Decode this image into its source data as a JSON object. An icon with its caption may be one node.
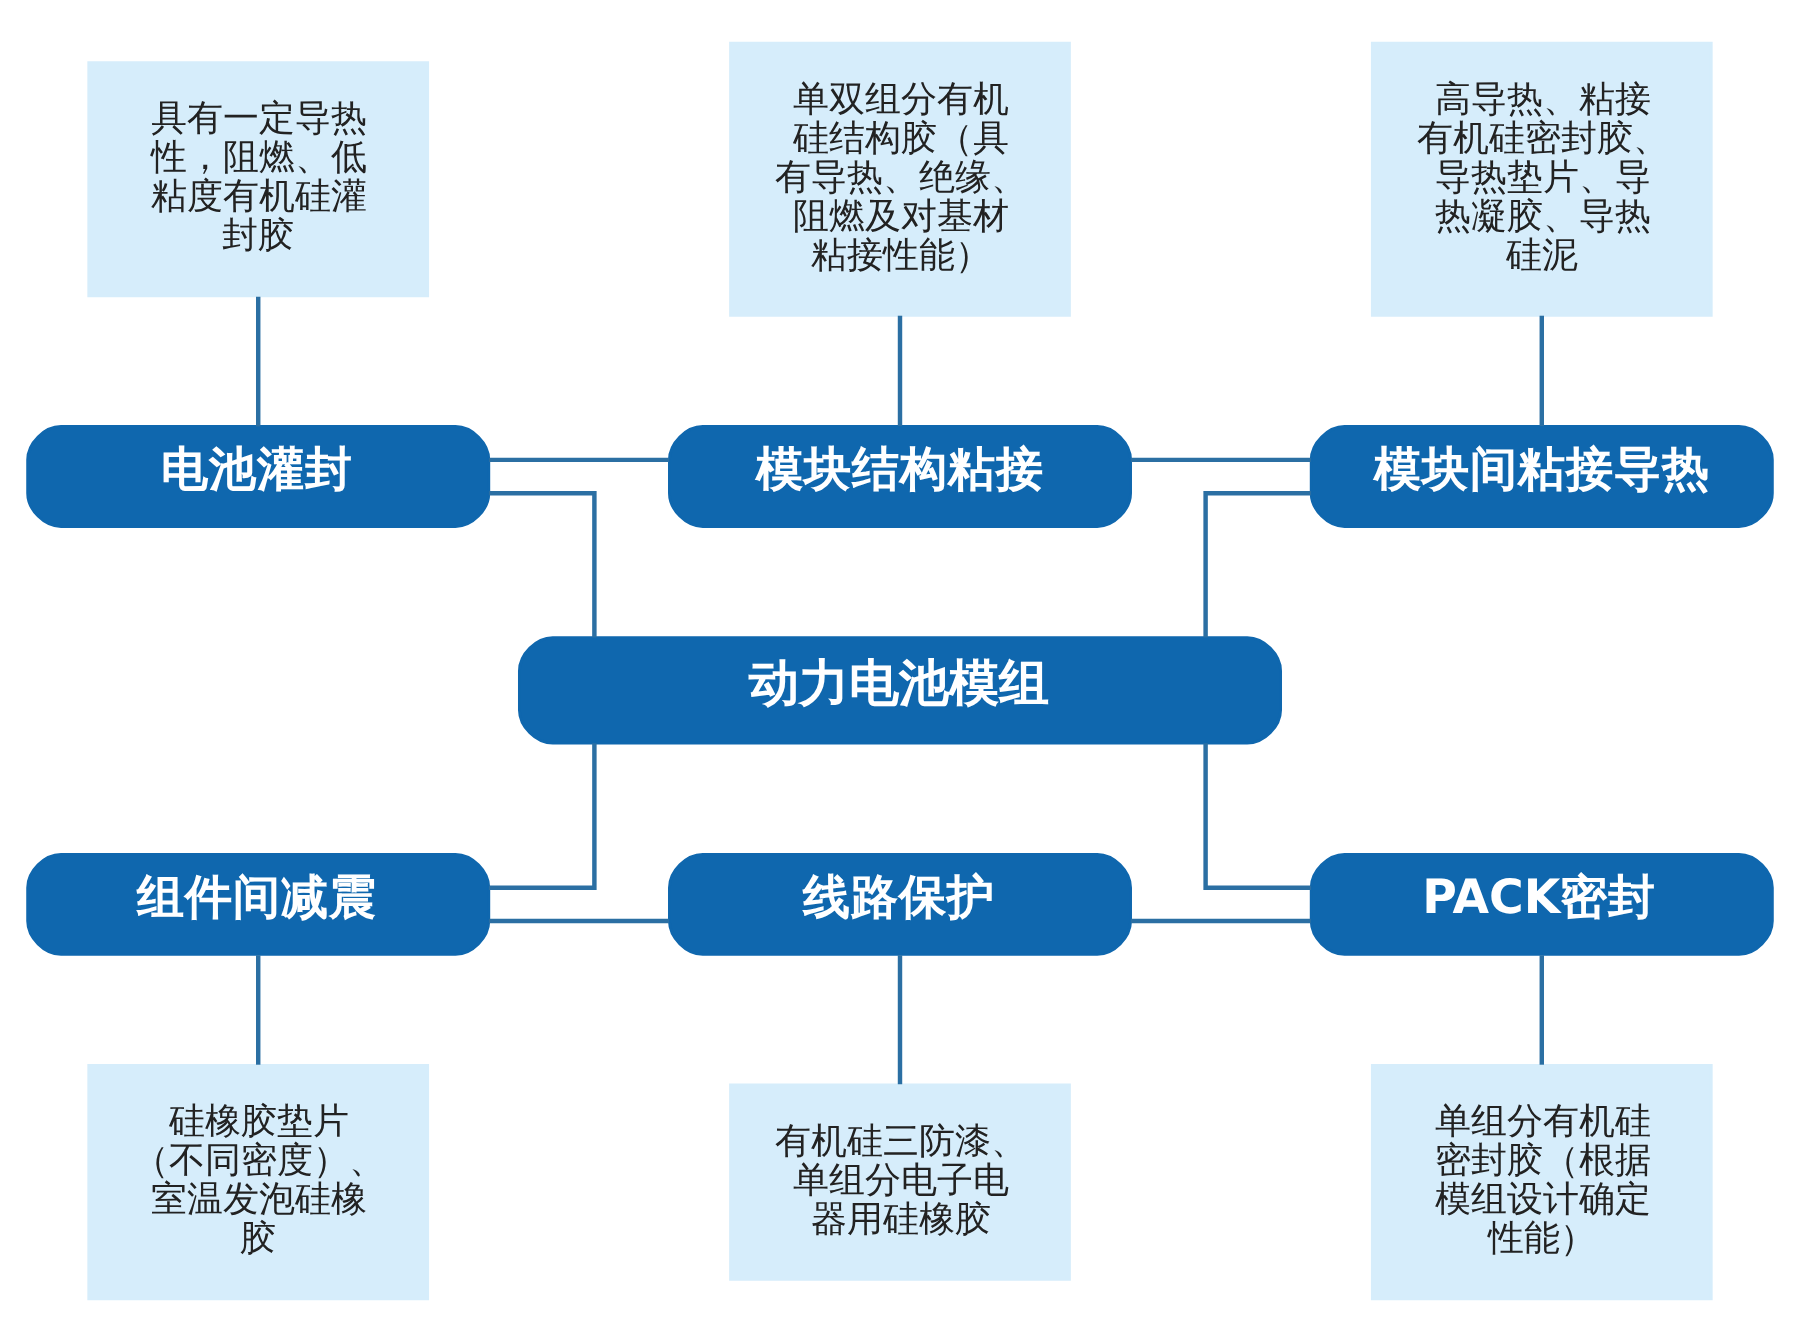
{
  "diagram": {
    "nodes": [
      {
        "text": [
          "具有一定导热性，阻燃、低粘度有机硅灌封胶"
        ]
      },
      {
        "text": [
          "单双组分有机硅结构胶（具有导热、绝缘、阻燃及对基材粘接性能）"
        ]
      },
      {
        "text": [
          "高导热、粘接有机硅密封胶、导热垫片、导热凝胶、导热硅泥"
        ]
      },
      {
        "text": [
          "电池灌封"
        ]
      },
      {
        "text": [
          "模块结构粘接"
        ]
      },
      {
        "text": [
          "模块间粘接导热"
        ]
      },
      {
        "text": [
          "动力电池模组"
        ]
      },
      {
        "text": [
          "组件间减震"
        ]
      },
      {
        "text": [
          "线路保护"
        ]
      },
      {
        "text": [
          "PACK密封"
        ]
      },
      {
        "text": [
          "硅橡胶垫片（不同密度）、室温发泡硅橡胶"
        ]
      },
      {
        "text": [
          "有机硅三防漆、单组分电子电器用硅橡胶"
        ]
      },
      {
        "text": [
          "单组分有机硅密封胶（根据模组设计确定性能）"
        ]
      }
    ],
    "edges": [
      {
        "from": 0,
        "to": 3,
        "arrow": "none"
      },
      {
        "from": 1,
        "to": 4,
        "arrow": "none"
      },
      {
        "from": 2,
        "to": 5,
        "arrow": "none"
      },
      {
        "from": 3,
        "to": 4,
        "arrow": "none"
      },
      {
        "from": 4,
        "to": 5,
        "arrow": "none"
      },
      {
        "from": 3,
        "to": 6,
        "arrow": "none"
      },
      {
        "from": 5,
        "to": 6,
        "arrow": "none"
      },
      {
        "from": 6,
        "to": 7,
        "arrow": "none"
      },
      {
        "from": 6,
        "to": 9,
        "arrow": "none"
      },
      {
        "from": 7,
        "to": 8,
        "arrow": "none"
      },
      {
        "from": 8,
        "to": 9,
        "arrow": "none"
      },
      {
        "from": 7,
        "to": 10,
        "arrow": "none"
      },
      {
        "from": 8,
        "to": 11,
        "arrow": "none"
      },
      {
        "from": 9,
        "to": 12,
        "arrow": "none"
      }
    ]
  }
}
